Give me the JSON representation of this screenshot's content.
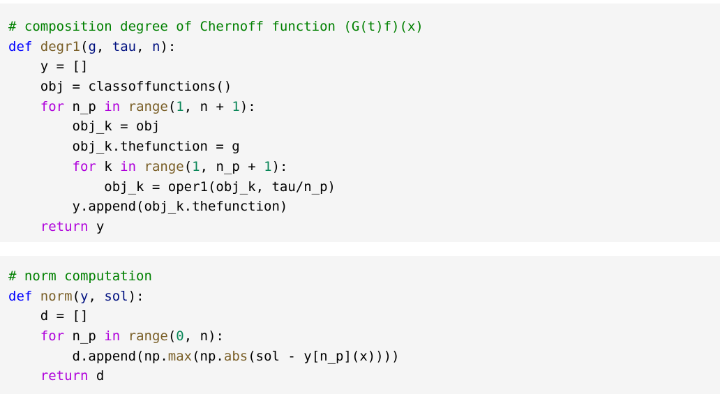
{
  "cells": [
    {
      "lines": [
        [
          {
            "t": "# composition degree of Chernoff function (G(t)f)(x)",
            "k": "comment"
          }
        ],
        [
          {
            "t": "def",
            "k": "keyword"
          },
          {
            "t": " ",
            "k": "plain"
          },
          {
            "t": "degr1",
            "k": "func"
          },
          {
            "t": "(",
            "k": "plain"
          },
          {
            "t": "g",
            "k": "param"
          },
          {
            "t": ", ",
            "k": "plain"
          },
          {
            "t": "tau",
            "k": "param"
          },
          {
            "t": ", ",
            "k": "plain"
          },
          {
            "t": "n",
            "k": "param"
          },
          {
            "t": "):",
            "k": "plain"
          }
        ],
        [
          {
            "t": "    y = []",
            "k": "plain"
          }
        ],
        [
          {
            "t": "    obj = classoffunctions()",
            "k": "plain"
          }
        ],
        [
          {
            "t": "    ",
            "k": "plain"
          },
          {
            "t": "for",
            "k": "kwflow"
          },
          {
            "t": " n_p ",
            "k": "plain"
          },
          {
            "t": "in",
            "k": "kwflow"
          },
          {
            "t": " ",
            "k": "plain"
          },
          {
            "t": "range",
            "k": "builtin"
          },
          {
            "t": "(",
            "k": "plain"
          },
          {
            "t": "1",
            "k": "number"
          },
          {
            "t": ", n + ",
            "k": "plain"
          },
          {
            "t": "1",
            "k": "number"
          },
          {
            "t": "):",
            "k": "plain"
          }
        ],
        [
          {
            "t": "        obj_k = obj",
            "k": "plain"
          }
        ],
        [
          {
            "t": "        obj_k.thefunction = g",
            "k": "plain"
          }
        ],
        [
          {
            "t": "        ",
            "k": "plain"
          },
          {
            "t": "for",
            "k": "kwflow"
          },
          {
            "t": " k ",
            "k": "plain"
          },
          {
            "t": "in",
            "k": "kwflow"
          },
          {
            "t": " ",
            "k": "plain"
          },
          {
            "t": "range",
            "k": "builtin"
          },
          {
            "t": "(",
            "k": "plain"
          },
          {
            "t": "1",
            "k": "number"
          },
          {
            "t": ", n_p + ",
            "k": "plain"
          },
          {
            "t": "1",
            "k": "number"
          },
          {
            "t": "):",
            "k": "plain"
          }
        ],
        [
          {
            "t": "            obj_k = oper1(obj_k, tau/n_p)",
            "k": "plain"
          }
        ],
        [
          {
            "t": "        y.append(obj_k.thefunction)",
            "k": "plain"
          }
        ],
        [
          {
            "t": "    ",
            "k": "plain"
          },
          {
            "t": "return",
            "k": "kwflow"
          },
          {
            "t": " y",
            "k": "plain"
          }
        ]
      ]
    },
    {
      "lines": [
        [
          {
            "t": "# norm computation",
            "k": "comment"
          }
        ],
        [
          {
            "t": "def",
            "k": "keyword"
          },
          {
            "t": " ",
            "k": "plain"
          },
          {
            "t": "norm",
            "k": "func"
          },
          {
            "t": "(",
            "k": "plain"
          },
          {
            "t": "y",
            "k": "param"
          },
          {
            "t": ", ",
            "k": "plain"
          },
          {
            "t": "sol",
            "k": "param"
          },
          {
            "t": "):",
            "k": "plain"
          }
        ],
        [
          {
            "t": "    d = []",
            "k": "plain"
          }
        ],
        [
          {
            "t": "    ",
            "k": "plain"
          },
          {
            "t": "for",
            "k": "kwflow"
          },
          {
            "t": " n_p ",
            "k": "plain"
          },
          {
            "t": "in",
            "k": "kwflow"
          },
          {
            "t": " ",
            "k": "plain"
          },
          {
            "t": "range",
            "k": "builtin"
          },
          {
            "t": "(",
            "k": "plain"
          },
          {
            "t": "0",
            "k": "number"
          },
          {
            "t": ", n):",
            "k": "plain"
          }
        ],
        [
          {
            "t": "        d.append(np.",
            "k": "plain"
          },
          {
            "t": "max",
            "k": "builtin"
          },
          {
            "t": "(np.",
            "k": "plain"
          },
          {
            "t": "abs",
            "k": "builtin"
          },
          {
            "t": "(sol - y[n_p](x))))",
            "k": "plain"
          }
        ],
        [
          {
            "t": "    ",
            "k": "plain"
          },
          {
            "t": "return",
            "k": "kwflow"
          },
          {
            "t": " d",
            "k": "plain"
          }
        ]
      ]
    }
  ]
}
